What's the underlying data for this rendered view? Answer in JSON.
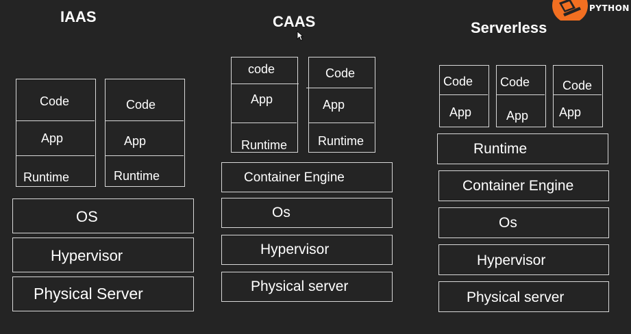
{
  "titles": {
    "iaas": "IAAS",
    "caas": "CAAS",
    "serverless": "Serverless"
  },
  "logo": {
    "text": "PYTHON",
    "icon": "laptop-logo-icon",
    "color": "#f26f21"
  },
  "iaas": {
    "stack1": {
      "code": "Code",
      "app": "App",
      "runtime": "Runtime"
    },
    "stack2": {
      "code": "Code",
      "app": "App",
      "runtime": "Runtime"
    },
    "os": "OS",
    "hypervisor": "Hypervisor",
    "physical": "Physical Server"
  },
  "caas": {
    "stack1": {
      "code": "code",
      "app": "App",
      "runtime": "Runtime"
    },
    "stack2": {
      "code": "Code",
      "app": "App",
      "runtime": "Runtime"
    },
    "engine": "Container Engine",
    "os": "Os",
    "hypervisor": "Hypervisor",
    "physical": "Physical server"
  },
  "serverless": {
    "fn1": {
      "code": "Code",
      "app": "App"
    },
    "fn2": {
      "code": "Code",
      "app": "App"
    },
    "fn3": {
      "code": "Code",
      "app": "App"
    },
    "runtime": "Runtime",
    "engine": "Container Engine",
    "os": "Os",
    "hypervisor": "Hypervisor",
    "physical": "Physical server"
  }
}
